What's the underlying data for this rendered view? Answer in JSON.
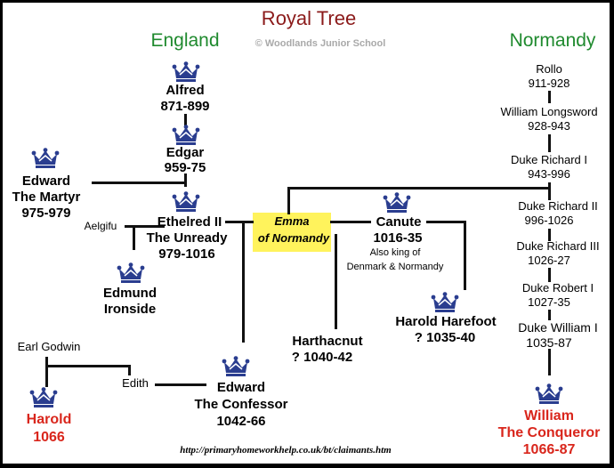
{
  "title": "Royal Tree",
  "copyright": "© Woodlands Junior School",
  "columns": {
    "left": "England",
    "right": "Normandy"
  },
  "url": "http://primaryhomeworkhelp.co.uk/bt/claimants.htm",
  "colors": {
    "title": "#8b1a1a",
    "column_heading": "#1f8a2e",
    "crown": "#2a3d8f",
    "claimant": "#d9261c",
    "highlight": "#fff35c",
    "text": "#111111"
  },
  "people": {
    "alfred": {
      "name": "Alfred",
      "dates": "871-899"
    },
    "edgar": {
      "name": "Edgar",
      "dates": "959-75"
    },
    "edward_martyr": {
      "name1": "Edward",
      "name2": "The Martyr",
      "dates": "975-979"
    },
    "ethelred": {
      "name1": "Ethelred II",
      "name2": "The Unready",
      "dates": "979-1016"
    },
    "aelgifu": {
      "name": "Aelgifu"
    },
    "edmund": {
      "name1": "Edmund",
      "name2": "Ironside"
    },
    "emma": {
      "name1": "Emma",
      "name2": "of Normandy"
    },
    "canute": {
      "name": "Canute",
      "dates": "1016-35",
      "note1": "Also king of",
      "note2": "Denmark & Normandy"
    },
    "harold_harefoot": {
      "name": "Harold Harefoot",
      "dates": "? 1035-40"
    },
    "harthacnut": {
      "name": "Harthacnut",
      "dates": "? 1040-42"
    },
    "earl_godwin": {
      "name": "Earl Godwin"
    },
    "edith": {
      "name": "Edith"
    },
    "harold": {
      "name": "Harold",
      "dates": "1066"
    },
    "edward_confessor": {
      "name1": "Edward",
      "name2": "The Confessor",
      "dates": "1042-66"
    },
    "rollo": {
      "name": "Rollo",
      "dates": "911-928"
    },
    "william_longsword": {
      "name": "William Longsword",
      "dates": "928-943"
    },
    "richard1": {
      "name": "Duke Richard I",
      "dates": "943-996"
    },
    "richard2": {
      "name": "Duke Richard II",
      "dates": "996-1026"
    },
    "richard3": {
      "name": "Duke Richard III",
      "dates": "1026-27"
    },
    "robert1": {
      "name": "Duke Robert I",
      "dates": "1027-35"
    },
    "william1": {
      "name": "Duke William I",
      "dates": "1035-87"
    },
    "william_conqueror": {
      "name1": "William",
      "name2": "The Conqueror",
      "dates": "1066-87"
    }
  }
}
